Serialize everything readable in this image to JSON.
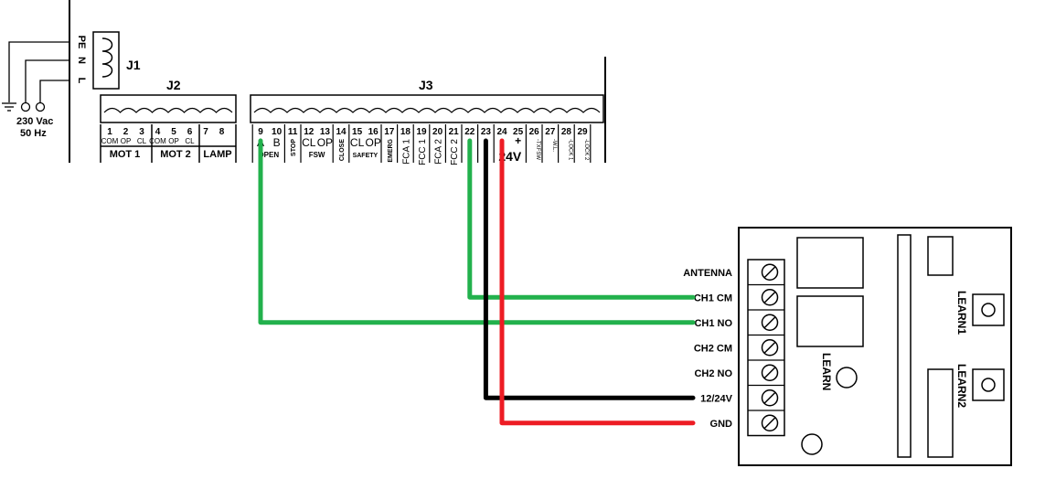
{
  "mains": {
    "voltage": "230 Vac",
    "frequency": "50 Hz",
    "pins": [
      "PE",
      "N",
      "L"
    ]
  },
  "j1": {
    "label": "J1"
  },
  "j2": {
    "label": "J2",
    "terminals": [
      {
        "num": "1",
        "fn": "COM"
      },
      {
        "num": "2",
        "fn": "OP"
      },
      {
        "num": "3",
        "fn": "CL"
      },
      {
        "num": "4",
        "fn": "COM"
      },
      {
        "num": "5",
        "fn": "OP"
      },
      {
        "num": "6",
        "fn": "CL"
      },
      {
        "num": "7",
        "fn": ""
      },
      {
        "num": "8",
        "fn": ""
      }
    ],
    "groups": [
      "MOT 1",
      "MOT 2",
      "LAMP"
    ]
  },
  "j3": {
    "label": "J3",
    "terminals": [
      {
        "num": "9",
        "fn": "A"
      },
      {
        "num": "10",
        "fn": "B"
      },
      {
        "num": "11",
        "fn": "STOP"
      },
      {
        "num": "12",
        "fn": "CL"
      },
      {
        "num": "13",
        "fn": "OP"
      },
      {
        "num": "14",
        "fn": "CLOSE"
      },
      {
        "num": "15",
        "fn": "CL"
      },
      {
        "num": "16",
        "fn": "OP"
      },
      {
        "num": "17",
        "fn": "EMERG"
      },
      {
        "num": "18",
        "fn": "FCA 1"
      },
      {
        "num": "19",
        "fn": "FCC 1"
      },
      {
        "num": "20",
        "fn": "FCA 2"
      },
      {
        "num": "21",
        "fn": "FCC 2"
      },
      {
        "num": "22",
        "fn": ""
      },
      {
        "num": "23",
        "fn": ""
      },
      {
        "num": "24",
        "fn": "-"
      },
      {
        "num": "25",
        "fn": "+"
      },
      {
        "num": "26",
        "fn": "-TXFSW"
      },
      {
        "num": "27",
        "fn": "-W.L."
      },
      {
        "num": "28",
        "fn": "-LOCK 1"
      },
      {
        "num": "29",
        "fn": "-LOCK 2"
      }
    ],
    "groups": [
      "OPEN",
      "FSW",
      "SAFETY",
      "24V"
    ]
  },
  "receiver": {
    "terminals": [
      "ANTENNA",
      "CH1 CM",
      "CH1 NO",
      "CH2 CM",
      "CH2 NO",
      "12/24V",
      "GND"
    ],
    "learn_main": "LEARN",
    "learn1": "LEARN1",
    "learn2": "LEARN2"
  },
  "wires": [
    {
      "name": "wire-22-ch1cm",
      "from": "22",
      "to": "CH1 CM",
      "color": "#22b14c"
    },
    {
      "name": "wire-9-ch1no",
      "from": "9",
      "to": "CH1 NO",
      "color": "#22b14c"
    },
    {
      "name": "wire-23-1224v",
      "from": "23",
      "to": "12/24V",
      "color": "#000000"
    },
    {
      "name": "wire-24-gnd",
      "from": "24",
      "to": "GND",
      "color": "#ed1c24"
    }
  ]
}
